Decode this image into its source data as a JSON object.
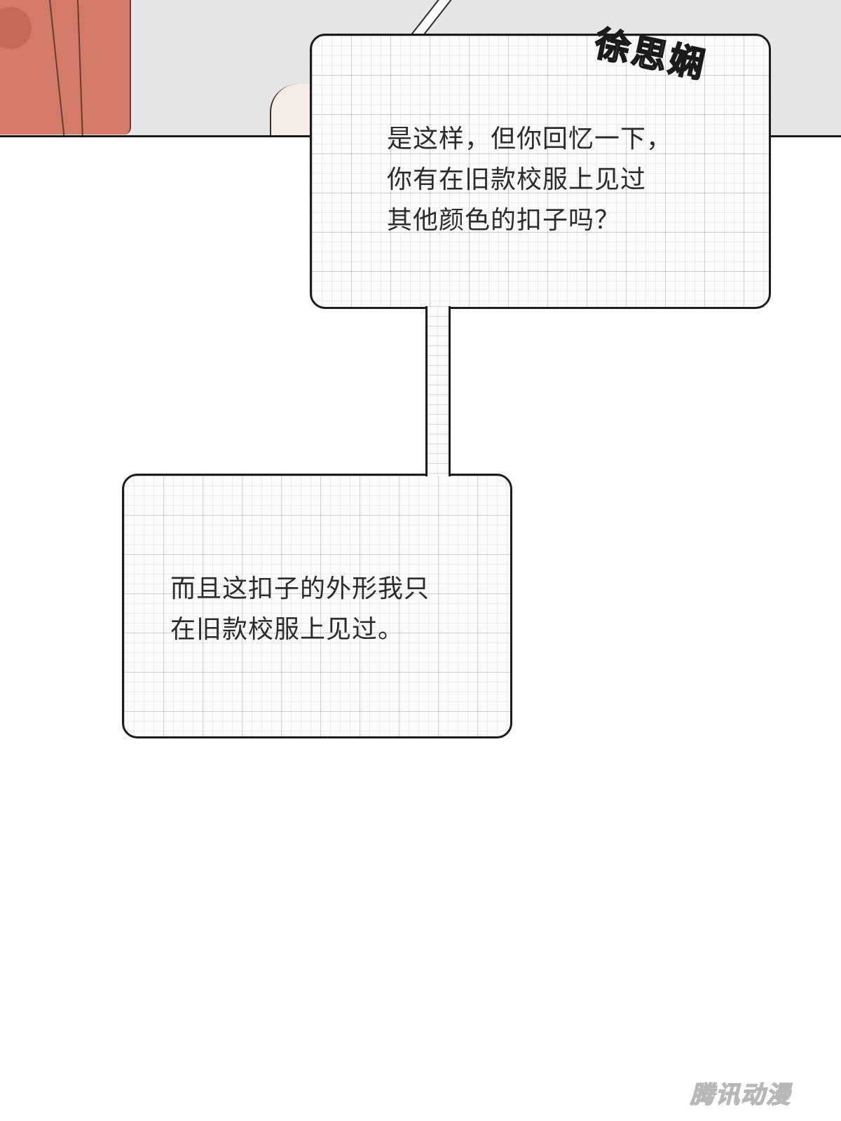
{
  "speaker": {
    "name": "徐思娴"
  },
  "bubbles": [
    {
      "lines": [
        "是这样，但你回忆一下，",
        "你有在旧款校服上见过",
        "其他颜色的扣子吗？"
      ]
    },
    {
      "lines": [
        "而且这扣子的外形我只",
        "在旧款校服上见过。"
      ]
    }
  ],
  "watermark": {
    "text": "腾讯动漫"
  },
  "colors": {
    "hair": "#d47a68",
    "panel_background": "#e6e6e8",
    "bubble_border": "#1c1c1c",
    "text": "#2b2b2b"
  }
}
